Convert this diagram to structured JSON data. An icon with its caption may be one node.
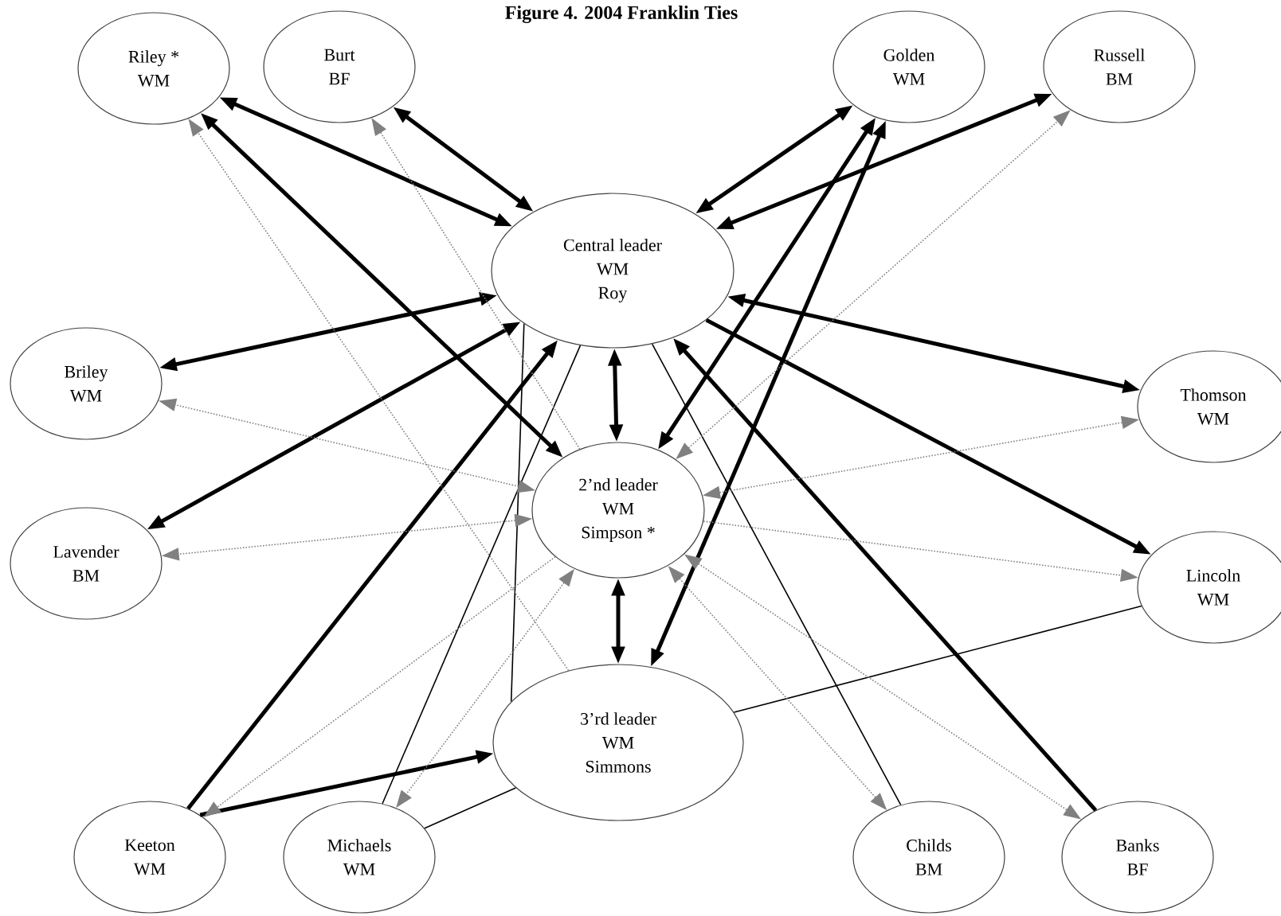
{
  "diagram": {
    "title": "Figure 4. 2004 Franklin Ties",
    "nodes": [
      {
        "text": [
          "Riley *",
          "WM"
        ]
      },
      {
        "text": [
          "Burt",
          "BF"
        ]
      },
      {
        "text": [
          "Golden",
          "WM"
        ]
      },
      {
        "text": [
          "Russell",
          "BM"
        ]
      },
      {
        "text": [
          "Central leader",
          "WM",
          "Roy"
        ]
      },
      {
        "text": [
          "Briley",
          "WM"
        ]
      },
      {
        "text": [
          "Thomson",
          "WM"
        ]
      },
      {
        "text": [
          "2’nd leader",
          "WM",
          "Simpson *"
        ]
      },
      {
        "text": [
          "Lavender",
          "BM"
        ]
      },
      {
        "text": [
          "Lincoln",
          "WM"
        ]
      },
      {
        "text": [
          "3’rd leader",
          "WM",
          "Simmons"
        ]
      },
      {
        "text": [
          "Keeton",
          "WM"
        ]
      },
      {
        "text": [
          "Michaels",
          "WM"
        ]
      },
      {
        "text": [
          "Childs",
          "BM"
        ]
      },
      {
        "text": [
          "Banks",
          "BF"
        ]
      }
    ],
    "edges": [
      {
        "from": 0,
        "to": 4,
        "arrow": "both",
        "style": "thick"
      },
      {
        "from": 0,
        "to": 7,
        "arrow": "both",
        "style": "thick"
      },
      {
        "from": 1,
        "to": 4,
        "arrow": "both",
        "style": "thick"
      },
      {
        "from": 2,
        "to": 4,
        "arrow": "both",
        "style": "thick"
      },
      {
        "from": 3,
        "to": 4,
        "arrow": "both",
        "style": "thick"
      },
      {
        "from": 4,
        "to": 5,
        "arrow": "both",
        "style": "thick"
      },
      {
        "from": 4,
        "to": 6,
        "arrow": "both",
        "style": "thick"
      },
      {
        "from": 4,
        "to": 7,
        "arrow": "both",
        "style": "thick"
      },
      {
        "from": 7,
        "to": 10,
        "arrow": "both",
        "style": "thick"
      },
      {
        "from": 2,
        "to": 7,
        "arrow": "both",
        "style": "thick"
      },
      {
        "from": 4,
        "to": 8,
        "arrow": "both",
        "style": "thick"
      },
      {
        "from": 11,
        "to": 4,
        "arrow": "to",
        "style": "thick"
      },
      {
        "from": 11,
        "to": 10,
        "arrow": "to",
        "style": "thick"
      },
      {
        "from": 2,
        "to": 10,
        "arrow": "both",
        "style": "thick"
      },
      {
        "from": 4,
        "to": 9,
        "arrow": "to",
        "style": "thick"
      },
      {
        "from": 14,
        "to": 4,
        "arrow": "to",
        "style": "thick"
      },
      {
        "from": 12,
        "to": 4,
        "arrow": "none"
      },
      {
        "from": 10,
        "to": 4,
        "arrow": "none"
      },
      {
        "from": 13,
        "to": 4,
        "arrow": "none"
      },
      {
        "from": 9,
        "to": 10,
        "arrow": "none"
      },
      {
        "from": 12,
        "to": 10,
        "arrow": "none"
      },
      {
        "from": 10,
        "to": 0,
        "arrow": "to",
        "style": "dashed",
        "color": "#808080"
      },
      {
        "from": 7,
        "to": 1,
        "arrow": "to",
        "style": "dashed",
        "color": "#808080"
      },
      {
        "from": 7,
        "to": 5,
        "arrow": "both",
        "style": "dashed",
        "color": "#808080"
      },
      {
        "from": 7,
        "to": 8,
        "arrow": "both",
        "style": "dashed",
        "color": "#808080"
      },
      {
        "from": 7,
        "to": 3,
        "arrow": "both",
        "style": "dashed",
        "color": "#808080"
      },
      {
        "from": 7,
        "to": 6,
        "arrow": "both",
        "style": "dashed",
        "color": "#808080"
      },
      {
        "from": 7,
        "to": 9,
        "arrow": "to",
        "style": "dashed",
        "color": "#808080"
      },
      {
        "from": 7,
        "to": 13,
        "arrow": "both",
        "style": "dashed",
        "color": "#808080"
      },
      {
        "from": 7,
        "to": 14,
        "arrow": "both",
        "style": "dashed",
        "color": "#808080"
      },
      {
        "from": 7,
        "to": 11,
        "arrow": "to",
        "style": "dashed",
        "color": "#808080"
      },
      {
        "from": 7,
        "to": 12,
        "arrow": "both",
        "style": "dashed",
        "color": "#808080"
      }
    ]
  }
}
